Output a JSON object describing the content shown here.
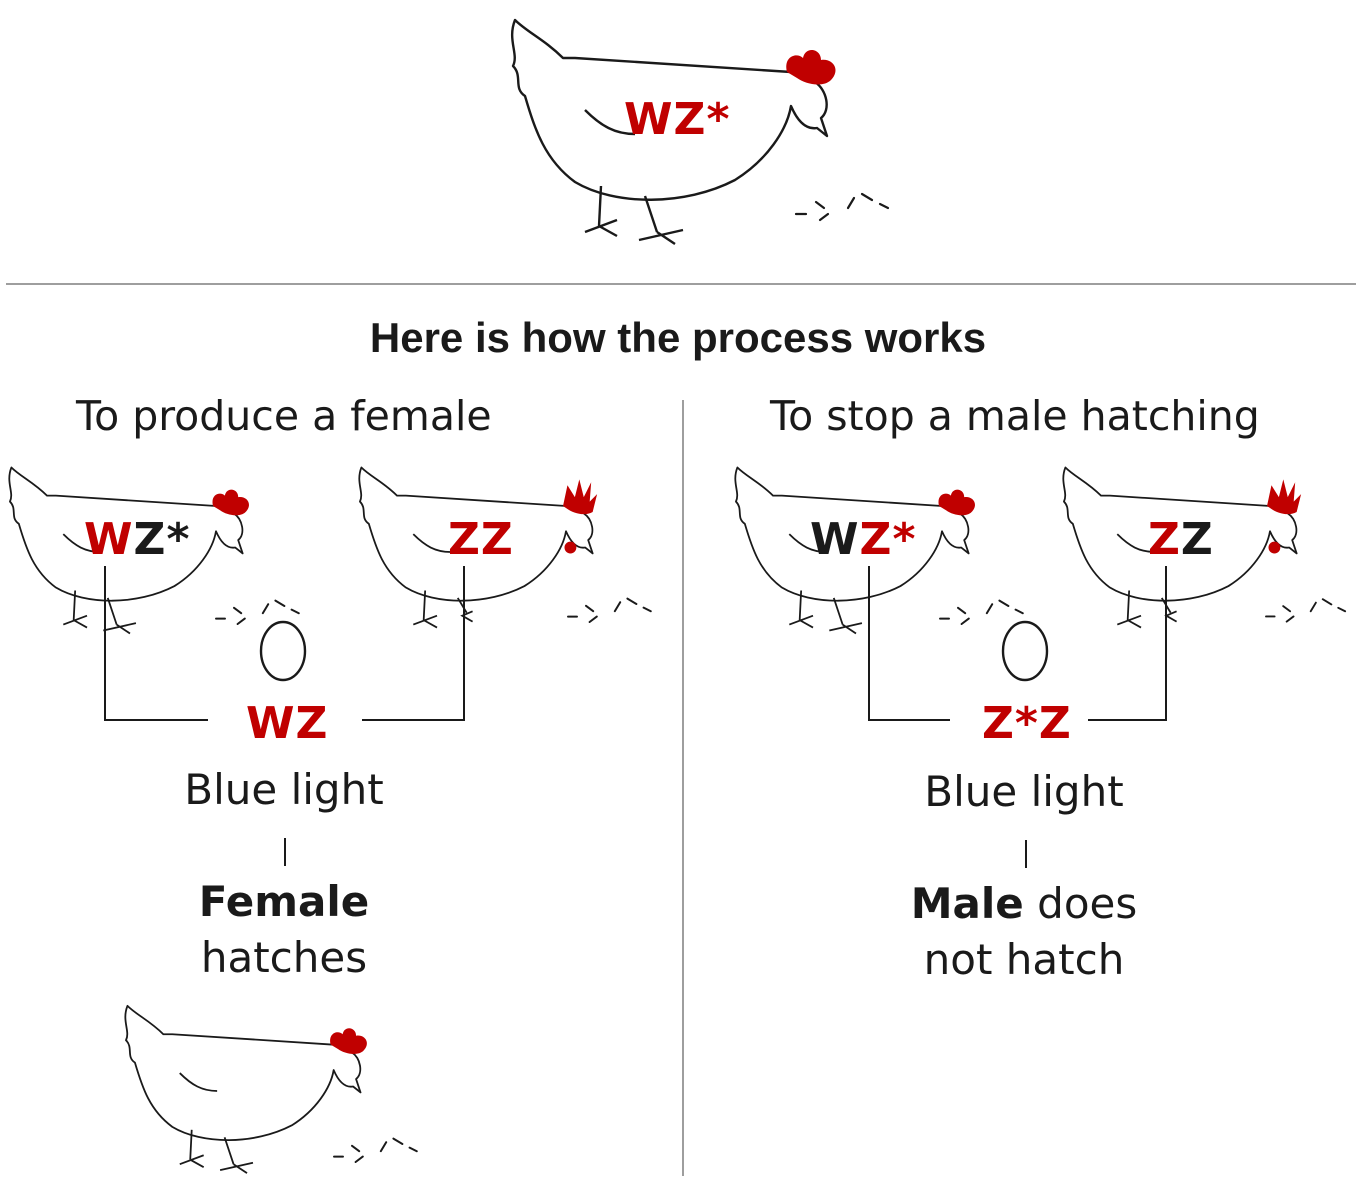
{
  "top": {
    "genotype": "WZ*"
  },
  "title": "Here is how the process works",
  "left": {
    "heading": "To produce a female",
    "mother_genotype": {
      "a": "W",
      "b": "Z*"
    },
    "father_genotype": "ZZ",
    "offspring_genotype": "WZ",
    "treatment": "Blue light",
    "result_bold": "Female",
    "result_rest": "hatches"
  },
  "right": {
    "heading": "To stop a male hatching",
    "mother_genotype": {
      "a": "W",
      "b": "Z*"
    },
    "father_genotype": "ZZ",
    "offspring_genotype": "Z*Z",
    "treatment": "Blue light",
    "result_bold": "Male",
    "result_rest_1": "does",
    "result_rest_2": "not hatch"
  },
  "colors": {
    "accent": "#c00000",
    "ink": "#1a1a1a",
    "divider": "#9e9e9e"
  },
  "icons": [
    "hen-icon",
    "rooster-icon",
    "egg-icon",
    "grain-icon"
  ]
}
